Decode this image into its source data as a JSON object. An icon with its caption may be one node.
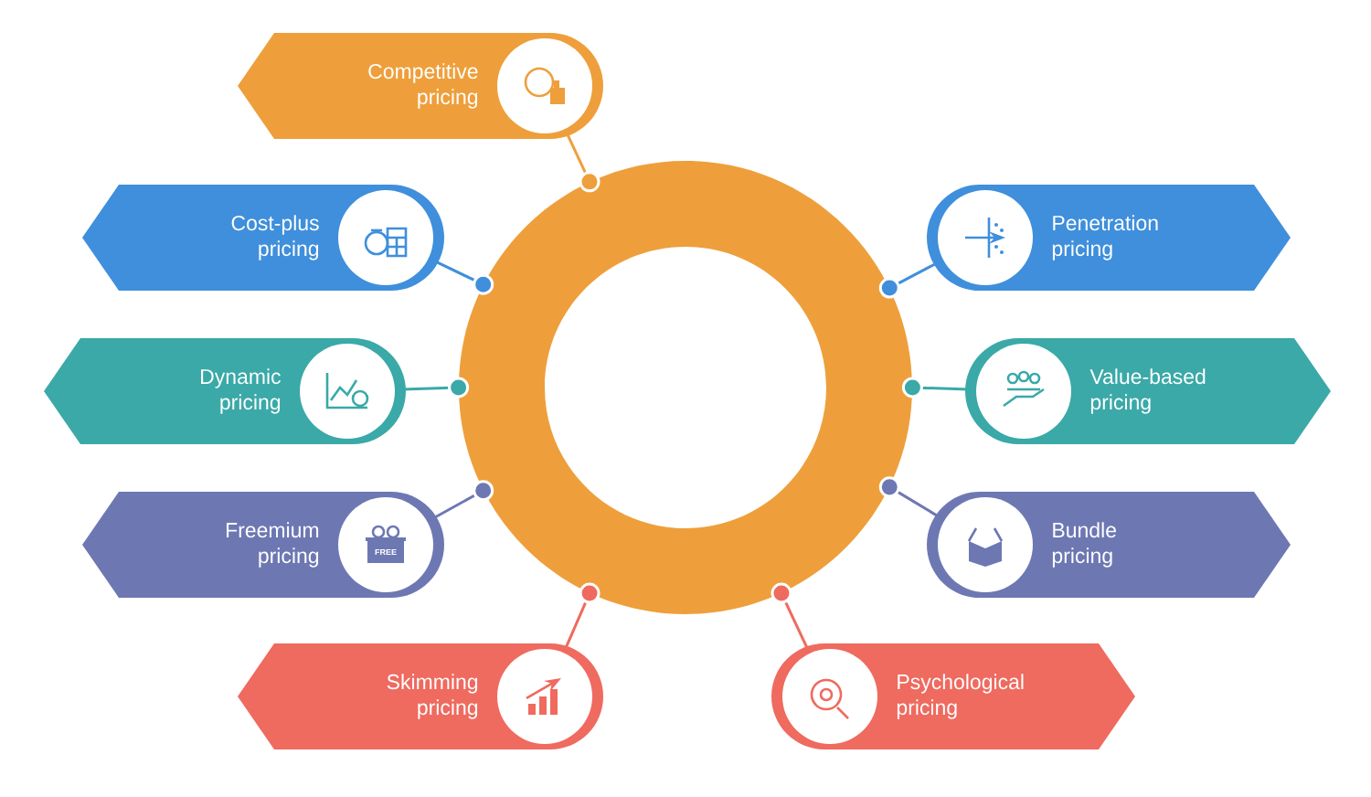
{
  "diagram": {
    "nodes": [
      {
        "text": [],
        "shape": "circle"
      },
      {
        "text": [
          "Competitive pricing"
        ]
      },
      {
        "text": [
          "Cost-plus pricing"
        ]
      },
      {
        "text": [
          "Penetration pricing"
        ]
      },
      {
        "text": [
          "Dynamic pricing"
        ]
      },
      {
        "text": [
          "Value-based pricing"
        ]
      },
      {
        "text": [
          "Freemium pricing"
        ]
      },
      {
        "text": [
          "Bundle pricing"
        ]
      },
      {
        "text": [
          "Skimming pricing"
        ]
      },
      {
        "text": [
          "Psychological pricing"
        ]
      }
    ],
    "edges": [
      {
        "from": 0,
        "to": 1,
        "arrow": "other",
        "color": "#ee9f3b"
      },
      {
        "from": 0,
        "to": 2,
        "arrow": "other",
        "color": "#3f8fdc"
      },
      {
        "from": 0,
        "to": 3,
        "arrow": "other",
        "color": "#3f8fdc"
      },
      {
        "from": 0,
        "to": 4,
        "arrow": "other",
        "color": "#3aa9a8"
      },
      {
        "from": 0,
        "to": 5,
        "arrow": "other",
        "color": "#3aa9a8"
      },
      {
        "from": 0,
        "to": 6,
        "arrow": "other",
        "color": "#6d78b3"
      },
      {
        "from": 0,
        "to": 7,
        "arrow": "other",
        "color": "#6d78b3"
      },
      {
        "from": 0,
        "to": 8,
        "arrow": "other",
        "color": "#ef6a5f"
      },
      {
        "from": 0,
        "to": 9,
        "arrow": "other",
        "color": "#ef6a5f"
      }
    ],
    "labels": [
      "FREE"
    ]
  }
}
